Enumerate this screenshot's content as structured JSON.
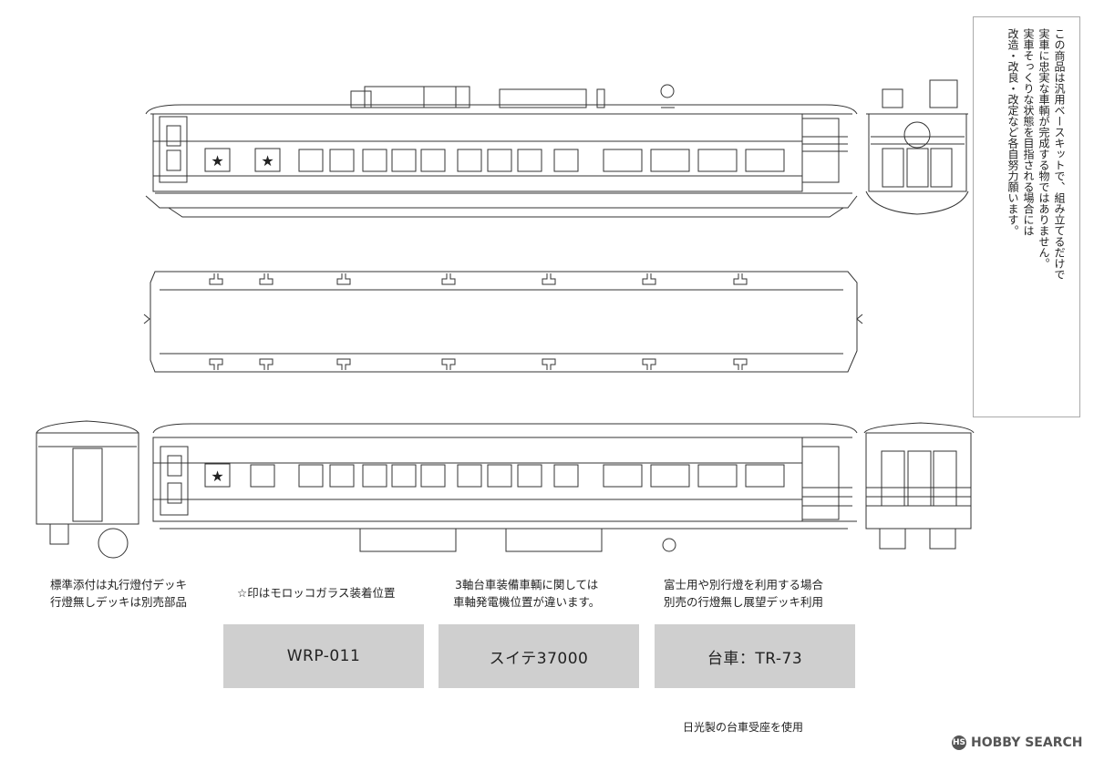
{
  "notes": {
    "left": [
      "標準添付は丸行燈付デッキ",
      "行燈無しデッキは別売部品"
    ],
    "star": "☆印はモロッコガラス装着位置",
    "axle": [
      "3軸台車装備車輌に関しては",
      "車軸発電機位置が違います。"
    ],
    "fuji": [
      "富士用や別行燈を利用する場合",
      "別売の行燈無し展望デッキ利用"
    ]
  },
  "labels": {
    "part_number": "WRP-011",
    "model": "スイテ37000",
    "bogie": "台車：TR-73"
  },
  "bottom_note": "日光製の台車受座を使用",
  "vertical_note": [
    "この商品は汎用ベースキットで、組み立てるだけで",
    "実車に忠実な車輌が完成する物ではありません。",
    "実車そっくりな状態を目指される場合には",
    "改造・改良・改定など各自努力願います。"
  ],
  "watermark": "HOBBY SEARCH"
}
